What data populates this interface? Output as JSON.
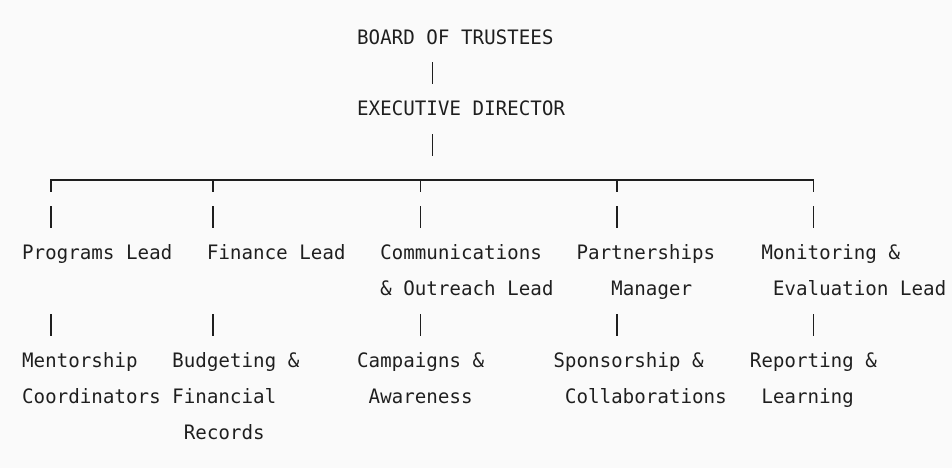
{
  "board": "BOARD OF TRUSTEES",
  "executive": "EXECUTIVE DIRECTOR",
  "leads": [
    {
      "line1": "Programs Lead",
      "line2": "",
      "team1": "Mentorship",
      "team2": "Coordinators",
      "team3": ""
    },
    {
      "line1": "Finance Lead",
      "line2": "",
      "team1": "Budgeting &",
      "team2": "Financial",
      "team3": "Records"
    },
    {
      "line1": "Communications",
      "line2": "& Outreach Lead",
      "team1": "Campaigns &",
      "team2": "Awareness",
      "team3": ""
    },
    {
      "line1": "Partnerships",
      "line2": "Manager",
      "team1": "Sponsorship &",
      "team2": "Collaborations",
      "team3": ""
    },
    {
      "line1": "Monitoring &",
      "line2": "Evaluation Lead",
      "team1": "Reporting &",
      "team2": "Learning",
      "team3": ""
    }
  ]
}
